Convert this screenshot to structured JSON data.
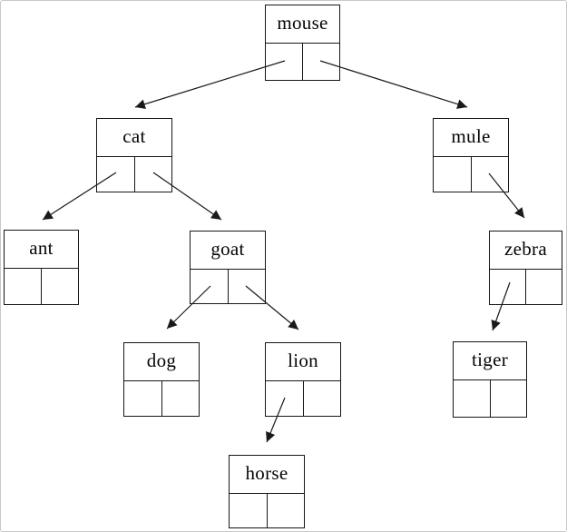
{
  "diagram": {
    "type": "binary-tree",
    "nodes": [
      {
        "id": "mouse",
        "label": "mouse"
      },
      {
        "id": "cat",
        "label": "cat"
      },
      {
        "id": "mule",
        "label": "mule"
      },
      {
        "id": "ant",
        "label": "ant"
      },
      {
        "id": "goat",
        "label": "goat"
      },
      {
        "id": "zebra",
        "label": "zebra"
      },
      {
        "id": "dog",
        "label": "dog"
      },
      {
        "id": "lion",
        "label": "lion"
      },
      {
        "id": "tiger",
        "label": "tiger"
      },
      {
        "id": "horse",
        "label": "horse"
      }
    ],
    "edges": [
      {
        "from": "mouse",
        "pointer": "left",
        "to": "cat"
      },
      {
        "from": "mouse",
        "pointer": "right",
        "to": "mule"
      },
      {
        "from": "cat",
        "pointer": "left",
        "to": "ant"
      },
      {
        "from": "cat",
        "pointer": "right",
        "to": "goat"
      },
      {
        "from": "goat",
        "pointer": "left",
        "to": "dog"
      },
      {
        "from": "goat",
        "pointer": "right",
        "to": "lion"
      },
      {
        "from": "lion",
        "pointer": "left",
        "to": "horse"
      },
      {
        "from": "mule",
        "pointer": "right",
        "to": "zebra"
      },
      {
        "from": "zebra",
        "pointer": "left",
        "to": "tiger"
      }
    ]
  },
  "colors": {
    "line": "#1a1a1a",
    "box_border": "#161616",
    "text": "#050505",
    "background": "#ffffff",
    "frame_border": "#c8c8c8"
  }
}
